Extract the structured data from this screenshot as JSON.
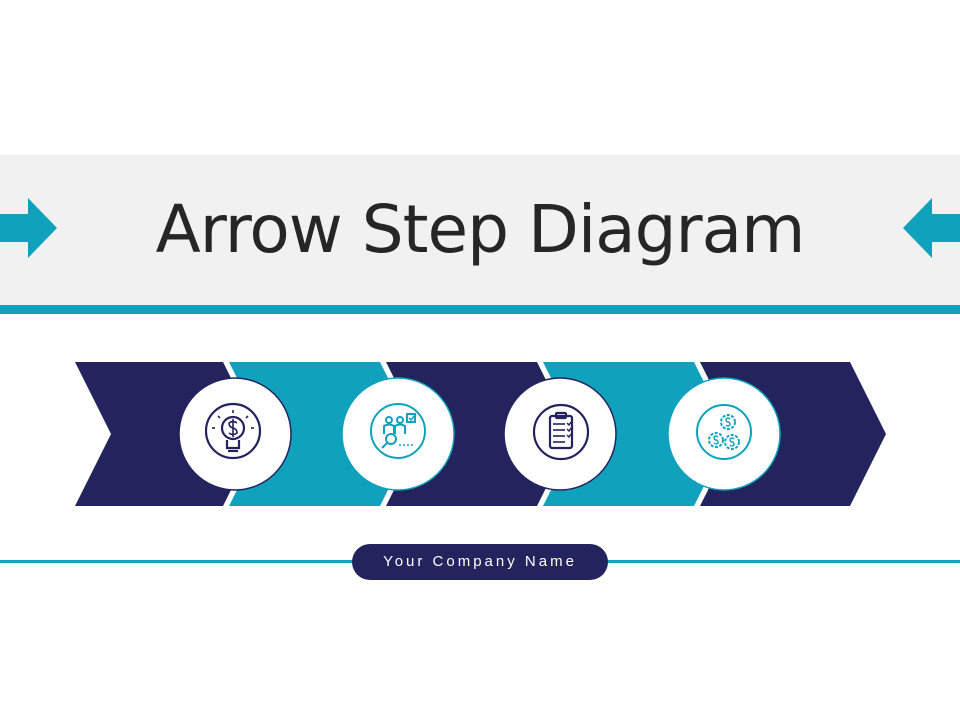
{
  "slide": {
    "title": "Arrow Step Diagram",
    "company_name": "Your Company Name"
  },
  "colors": {
    "navy": "#23235e",
    "teal": "#10a2bd",
    "band_gray": "#f1f1f1",
    "title_text": "#262626"
  },
  "steps": [
    {
      "icon": "lightbulb-dollar-icon",
      "color": "navy"
    },
    {
      "icon": "people-analysis-icon",
      "color": "teal"
    },
    {
      "icon": "clipboard-checklist-icon",
      "color": "navy"
    },
    {
      "icon": "dollar-gears-icon",
      "color": "teal"
    },
    {
      "icon": "",
      "color": "navy"
    }
  ]
}
